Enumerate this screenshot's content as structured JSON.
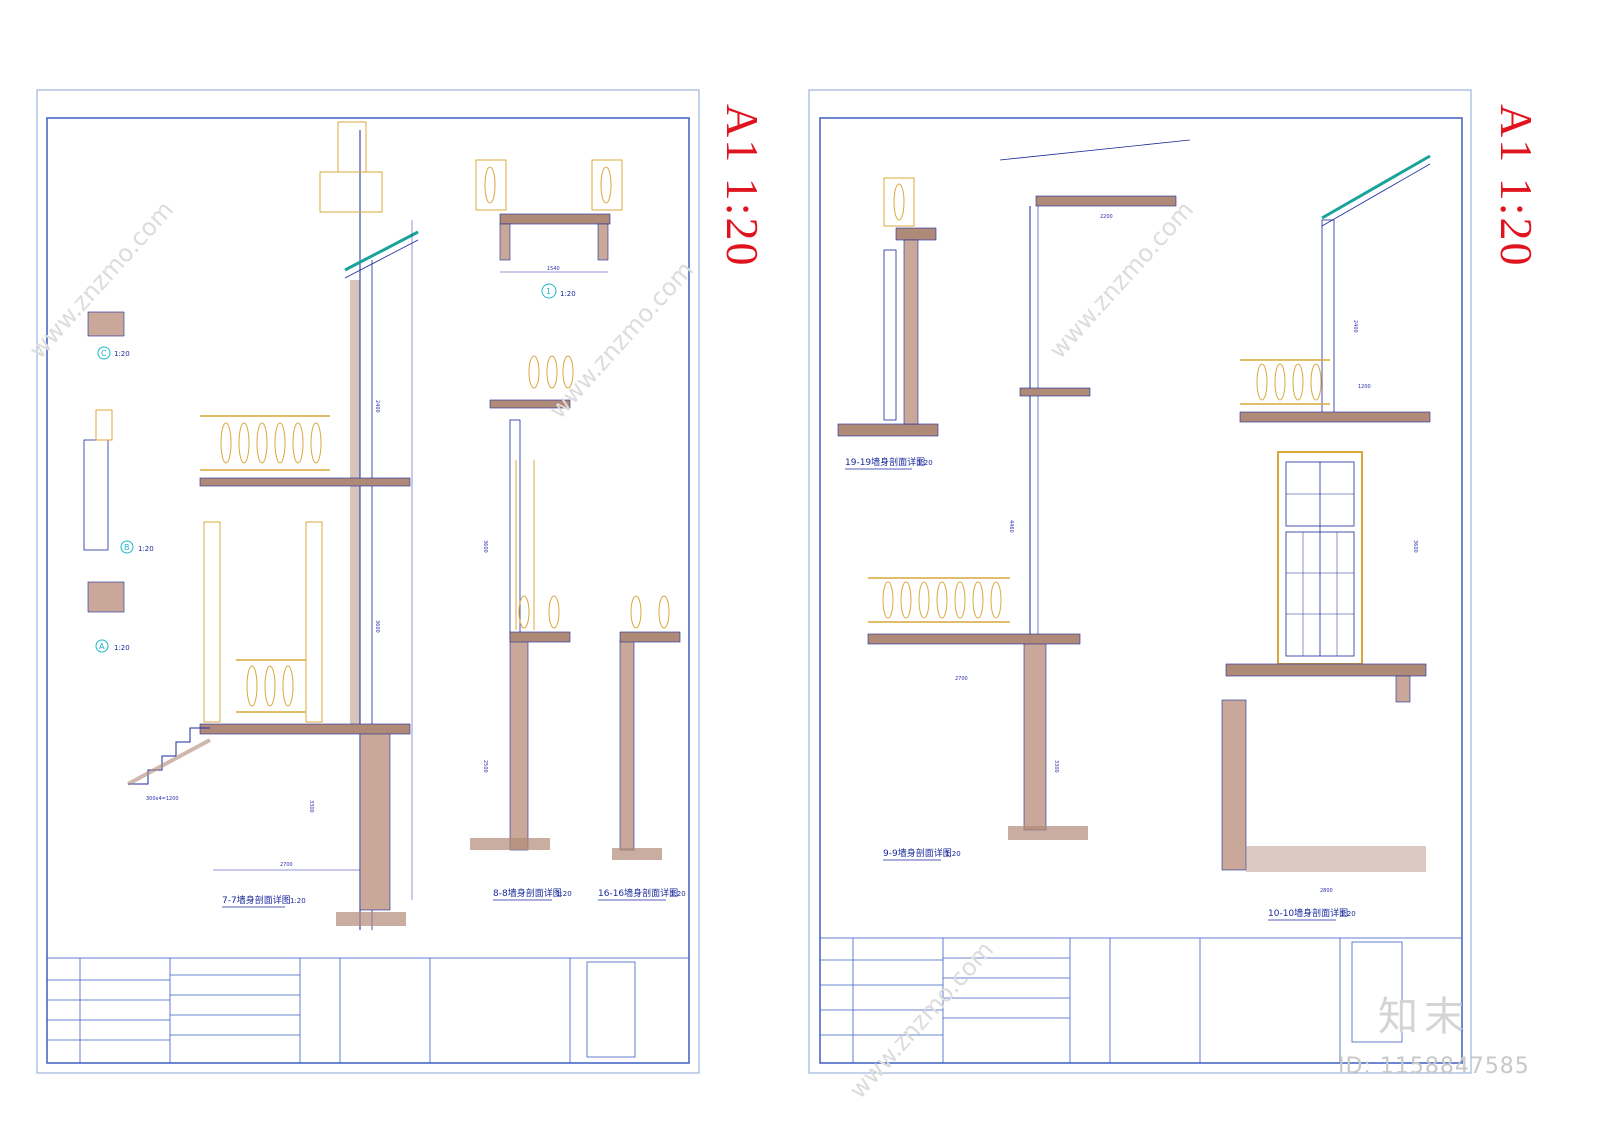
{
  "sheets": [
    {
      "scale_label": "A1 1:20",
      "details": [
        {
          "caption": "7-7墙身剖面详图",
          "scale": "1:20"
        },
        {
          "caption": "8-8墙身剖面详图",
          "scale": "1:20"
        },
        {
          "caption": "16-16墙身剖面详图",
          "scale": "1:20"
        }
      ],
      "small_details": [
        {
          "tag": "C",
          "scale": "1:20"
        },
        {
          "tag": "B",
          "scale": "1:20"
        },
        {
          "tag": "A",
          "scale": "1:20"
        },
        {
          "tag": "1",
          "scale": "1:20"
        }
      ],
      "dimensions": [
        "2700",
        "3300",
        "3600",
        "2400",
        "1540",
        "300x4=1200",
        "2500",
        "3600"
      ]
    },
    {
      "scale_label": "A1 1:20",
      "details": [
        {
          "caption": "19-19墙身剖面详图",
          "scale": "1:20"
        },
        {
          "caption": "9-9墙身剖面详图",
          "scale": "1:20"
        },
        {
          "caption": "10-10墙身剖面详图",
          "scale": "1:20"
        }
      ],
      "dimensions": [
        "2200",
        "2700",
        "4460",
        "3300",
        "1200",
        "2800",
        "3600",
        "2400"
      ]
    }
  ],
  "watermark": {
    "logo_text": "知末",
    "id_text": "ID: 1158847585",
    "site_text": "www.znzmo.com"
  },
  "colors": {
    "frame": "#5a7fd0",
    "linework": "#1a2a9c",
    "ornament": "#d8a93a",
    "hatch": "#b08a78",
    "accent": "#e0141e",
    "bubble": "#1ab8c8"
  }
}
